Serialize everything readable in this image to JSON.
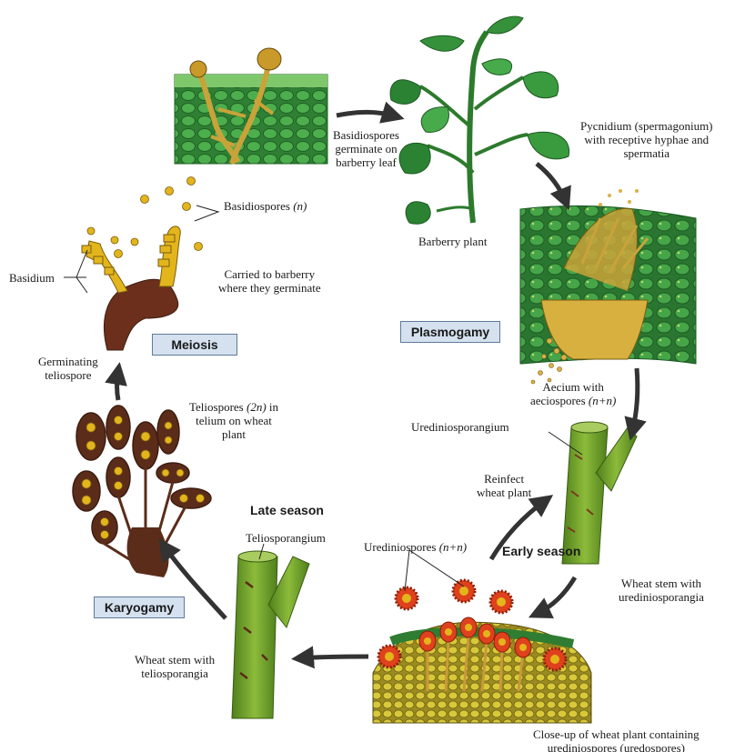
{
  "colors": {
    "cell_green": "#3d9a3f",
    "leaf_green": "#2e7d32",
    "stem_green": "#6a9a2a",
    "spore_yellow": "#e3b51c",
    "teliospore_brown": "#5b2c1a",
    "urediniospore_red": "#e0411d",
    "hyphae_tan": "#c99a3a",
    "arrow": "#333333",
    "stage_box_fill": "#d5e1ef"
  },
  "stages": {
    "meiosis": "Meiosis",
    "plasmogamy": "Plasmogamy",
    "karyogamy": "Karyogamy"
  },
  "seasons": {
    "late": "Late season",
    "early": "Early season"
  },
  "labels": {
    "basidiospores_germinate": "Basidiospores\ngerminate on\nbarberry leaf",
    "pycnidium": "Pycnidium (spermagonium)\nwith receptive hyphae and\nspermatia",
    "barberry_plant": "Barberry plant",
    "basidiospores_prefix": "Basidiospores ",
    "basidiospores_ploidy": "(n)",
    "carried_to_barberry": "Carried to barberry\nwhere they germinate",
    "basidium": "Basidium",
    "germinating_teliospore": "Germinating\nteliospore",
    "aecium_line1": "Aecium with",
    "aecium_line2_prefix": "aeciospores ",
    "aecium_ploidy": "(n+n)",
    "urediniosporangium": "Urediniosporangium",
    "teliospores_prefix": "Teliospores ",
    "teliospores_ploidy": "(2n)",
    "teliospores_rest": " in\ntelium on wheat\nplant",
    "reinfect": "Reinfect\nwheat plant",
    "teliosporangium": "Teliosporangium",
    "urediniospores_prefix": "Urediniospores ",
    "urediniospores_ploidy": "(n+n)",
    "wheat_stem_uredinio": "Wheat stem with\nurediniosporangia",
    "wheat_stem_telio": "Wheat stem with\nteliosporangia",
    "closeup": "Close-up of wheat plant containing\nurediniospores (uredospores)"
  },
  "icons": [
    "barberry-leaf-icon",
    "wheat-stem-icon",
    "arrow-icon",
    "spore-icon"
  ]
}
